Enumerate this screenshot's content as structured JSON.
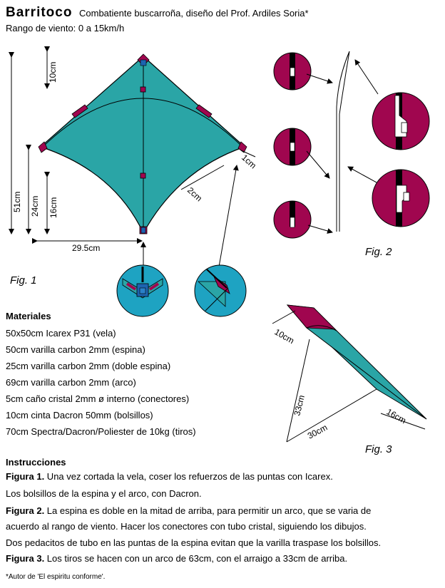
{
  "header": {
    "title": "Barritoco",
    "subtitle": "Combatiente buscarroña, diseño del Prof. Ardiles Soria*",
    "wind": "Rango de viento: 0 a 15km/h"
  },
  "figures": {
    "fig1": {
      "label": "Fig. 1",
      "dims": {
        "d10": "10cm",
        "d51": "51cm",
        "d24": "24cm",
        "d16": "16cm",
        "d295": "29.5cm",
        "d2": "2cm",
        "d1": "1cm"
      }
    },
    "fig2": {
      "label": "Fig. 2"
    },
    "fig3": {
      "label": "Fig. 3",
      "dims": {
        "d10": "10cm",
        "d33": "33cm",
        "d30": "30cm",
        "d16": "16cm"
      }
    }
  },
  "materials": {
    "heading": "Materiales",
    "items": [
      "50x50cm Icarex P31 (vela)",
      "50cm varilla carbon 2mm (espina)",
      "25cm varilla carbon 2mm (doble espina)",
      "69cm varilla carbon 2mm (arco)",
      "5cm caño cristal 2mm ø interno (conectores)",
      "10cm cinta Dacron 50mm (bolsillos)",
      "70cm Spectra/Dacron/Poliester de 10kg (tiros)"
    ]
  },
  "instructions": {
    "heading": "Instrucciones",
    "fig1_label": "Figura 1.",
    "fig1_text": " Una vez cortada la vela, coser los refuerzos de las puntas con Icarex.",
    "fig1_text2": "Los bolsillos de la espina y el arco, con Dacron.",
    "fig2_label": "Figura 2.",
    "fig2_text": " La espina es doble en la mitad de arriba, para permitir un arco, que se varia de",
    "fig2_text2": "acuerdo al rango de viento. Hacer los conectores con tubo cristal, siguiendo los dibujos.",
    "fig2_text3": "Dos pedacitos de tubo en las puntas de la espina evitan que la varilla traspase los bolsillos.",
    "fig3_label": "Figura 3.",
    "fig3_text": " Los tiros se hacen con un arco de 63cm, con el arraigo a 33cm de arriba."
  },
  "footnote": "*Autor de 'El espiritu conforme'.",
  "colors": {
    "sail": "#2aa5a6",
    "reinforcement": "#a0064f",
    "detail_circle": "#1ea3c2",
    "ink": "#000000"
  }
}
